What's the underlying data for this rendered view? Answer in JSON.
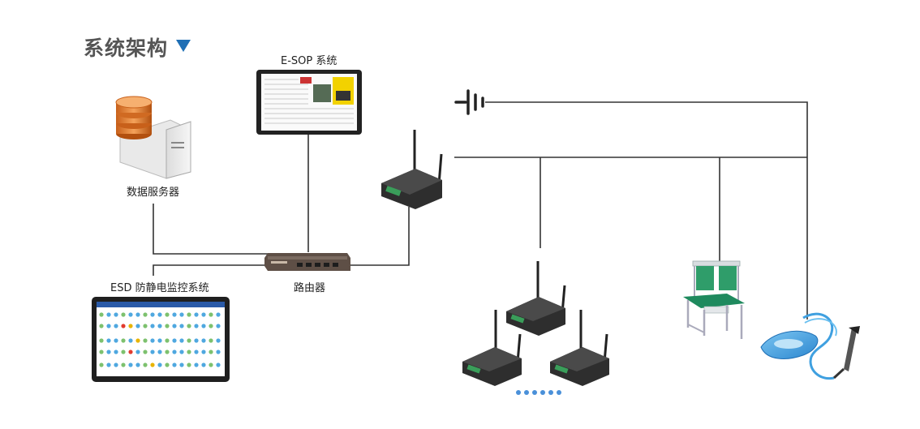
{
  "title": "系统架构",
  "nodes": {
    "esop": "E-SOP  系统",
    "server": "数据服务器",
    "router": "路由器",
    "esd": "ESD 防静电监控系统"
  },
  "colors": {
    "accent": "#1f6fb5",
    "line": "#333333",
    "device_green": "#3a9e5a",
    "wristband_blue": "#3fa0e0"
  }
}
